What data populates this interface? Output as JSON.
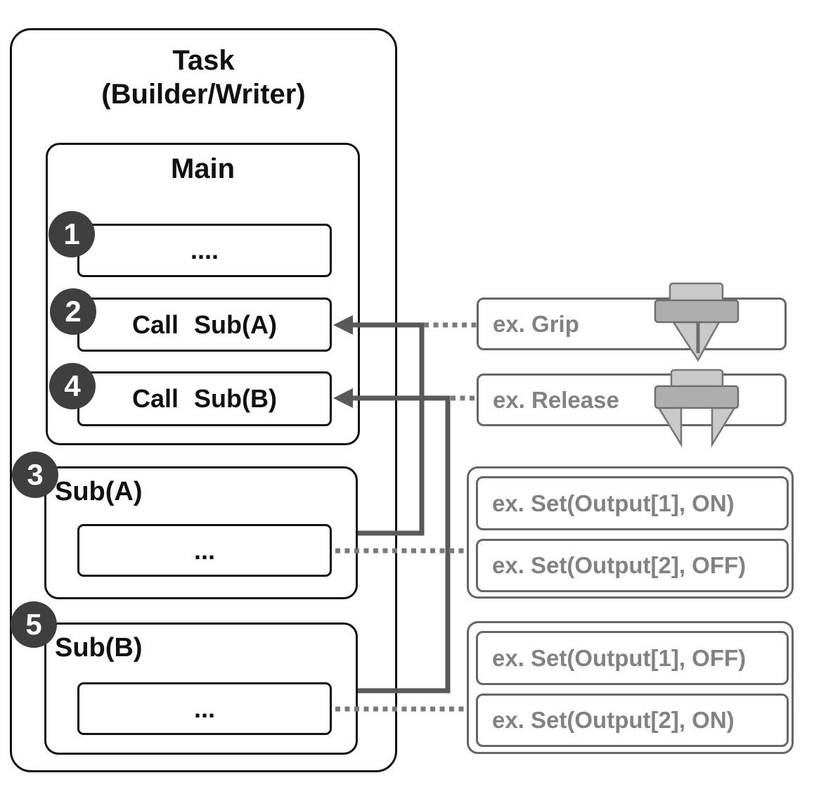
{
  "diagram": {
    "task": {
      "title_line1": "Task",
      "title_line2": "(Builder/Writer)"
    },
    "main": {
      "title": "Main",
      "steps": [
        {
          "marker": "1",
          "label": "...."
        },
        {
          "marker": "2",
          "label": "Call Sub(A)"
        },
        {
          "marker": "4",
          "label": "Call Sub(B)"
        }
      ]
    },
    "subroutines": [
      {
        "marker": "3",
        "title": "Sub(A)",
        "body": "..."
      },
      {
        "marker": "5",
        "title": "Sub(B)",
        "body": "..."
      }
    ],
    "annotations": {
      "grip": {
        "label": "ex. Grip",
        "icon": "gripper-closed"
      },
      "release": {
        "label": "ex. Release",
        "icon": "gripper-open"
      },
      "sub_a_examples": [
        {
          "label": "ex. Set(Output[1], ON)"
        },
        {
          "label": "ex. Set(Output[2], OFF)"
        }
      ],
      "sub_b_examples": [
        {
          "label": "ex. Set(Output[1], OFF)"
        },
        {
          "label": "ex. Set(Output[2], ON)"
        }
      ]
    },
    "colors": {
      "box_border": "#111111",
      "marker_fill": "#3f3f3f",
      "marker_text": "#ffffff",
      "arrow_solid": "#595959",
      "dotted_line": "#7a7a7a",
      "annotation_border": "#666666",
      "annotation_text": "#828282",
      "icon_light": "#c9c9c9",
      "icon_mid": "#aeaeae",
      "icon_stroke": "#757575"
    }
  }
}
